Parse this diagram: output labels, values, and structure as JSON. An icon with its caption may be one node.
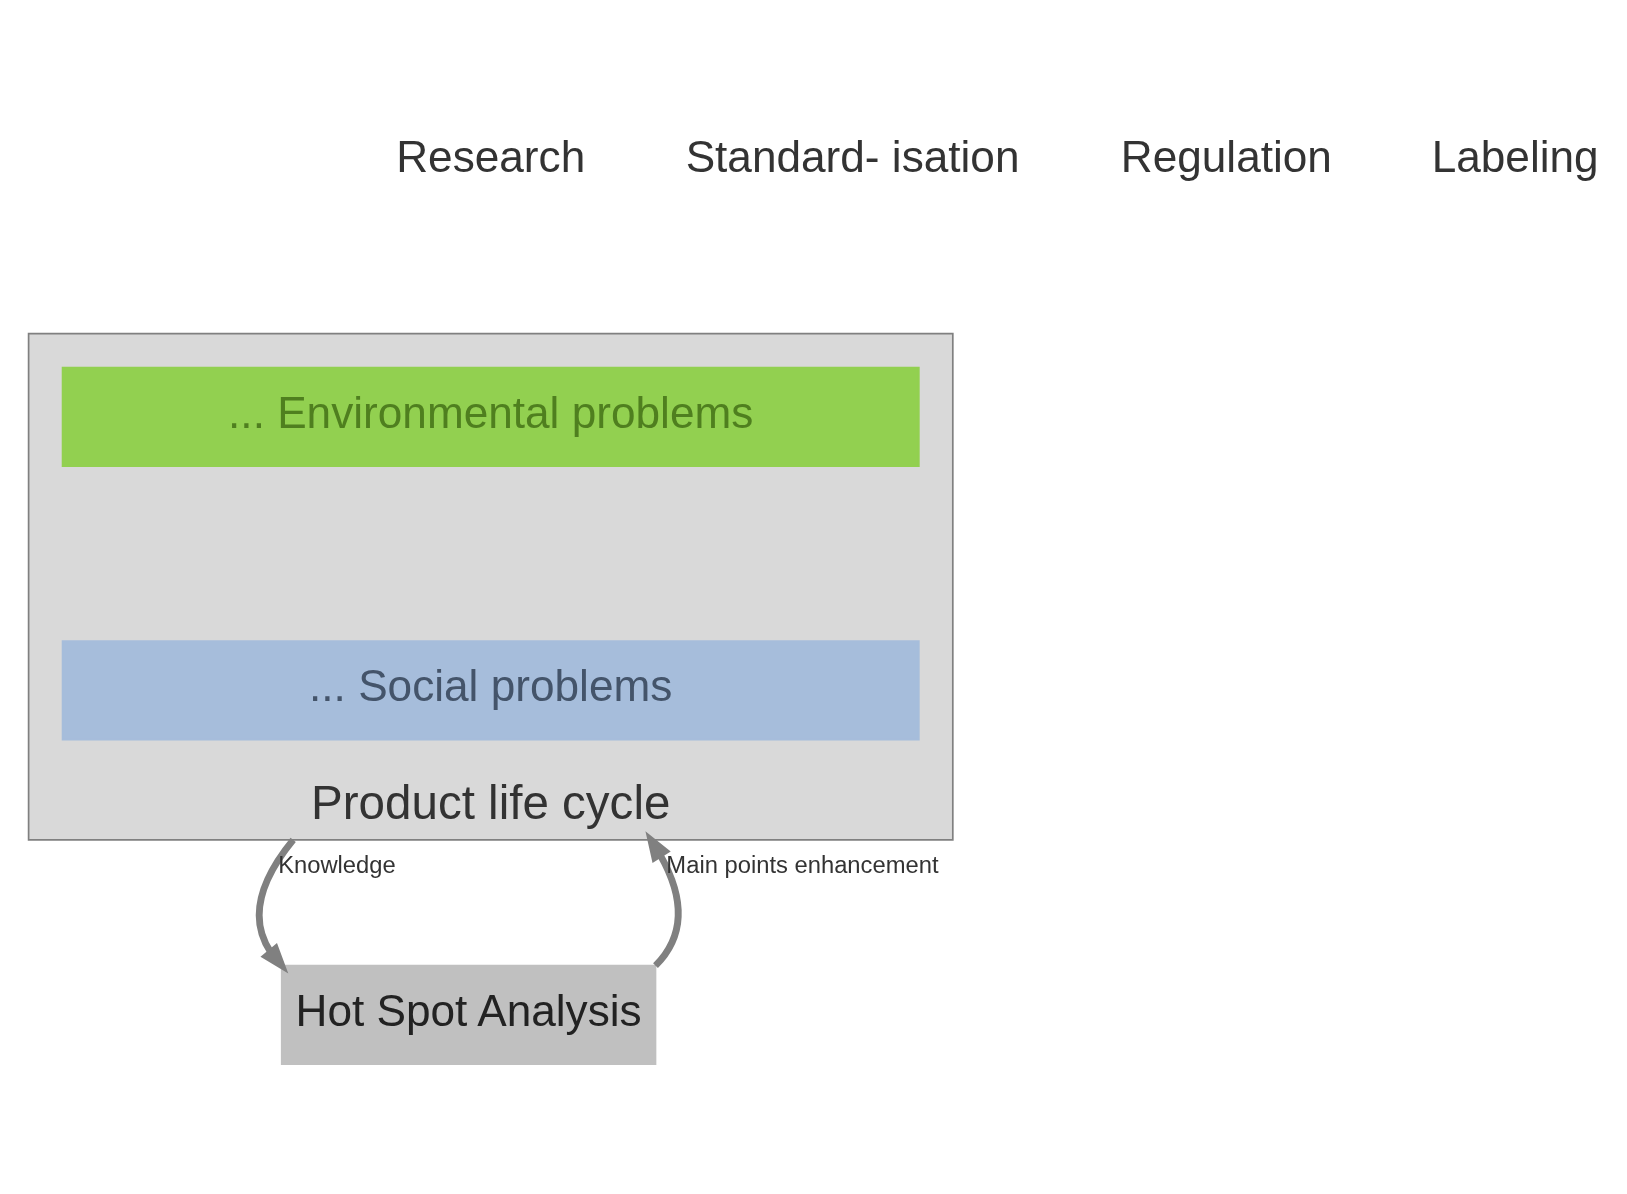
{
  "diagram": {
    "nodes": [
      {
        "text": [
          "Product life cycle"
        ]
      },
      {
        "text": [
          "... Environmental problems"
        ],
        "in": 0
      },
      {
        "text": [
          "... Social problems"
        ],
        "in": 0
      },
      {
        "text": [
          "Hot Spot Analysis"
        ]
      }
    ],
    "edges": [
      {
        "from": 0,
        "to": 3,
        "arrow": "to",
        "label": "Knowledge"
      },
      {
        "from": 3,
        "to": 0,
        "arrow": "to",
        "label": "Main points enhancement"
      }
    ],
    "labels": [
      "Research",
      "Standard- isation",
      "Regulation",
      "Labeling"
    ]
  }
}
